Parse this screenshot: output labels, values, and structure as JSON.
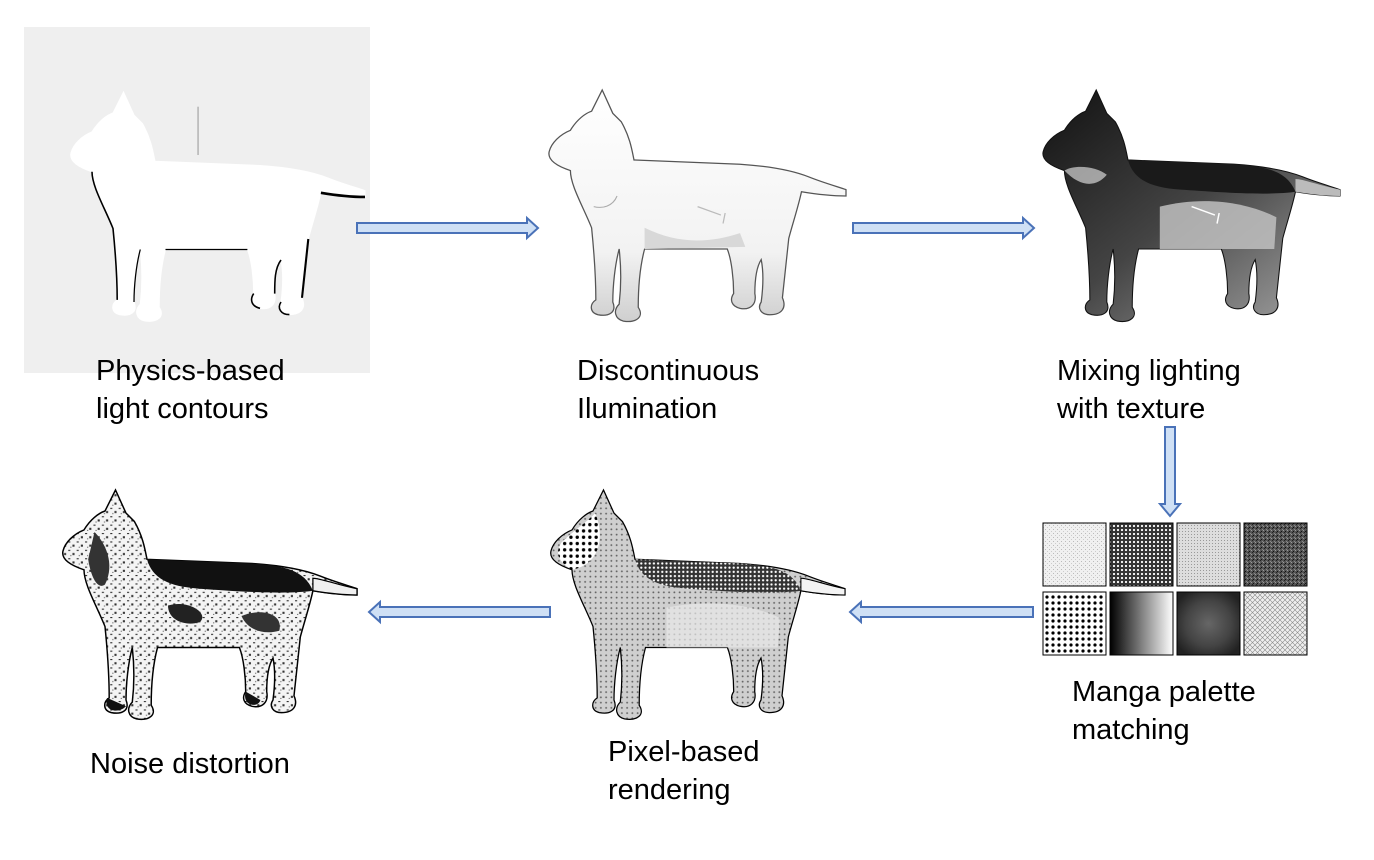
{
  "stages": [
    {
      "id": "physics",
      "caption": "Physics-based\nlight contours"
    },
    {
      "id": "discontinuous",
      "caption": "Discontinuous\nIlumination"
    },
    {
      "id": "mixing",
      "caption": "Mixing lighting\nwith texture"
    },
    {
      "id": "manga",
      "caption": "Manga palette\nmatching"
    },
    {
      "id": "pixel",
      "caption": "Pixel-based\nrendering"
    },
    {
      "id": "noise",
      "caption": "Noise distortion"
    }
  ],
  "colors": {
    "arrow_fill": "#cfe0f5",
    "arrow_stroke": "#4a72b8",
    "panel_bg": "#efefef"
  }
}
